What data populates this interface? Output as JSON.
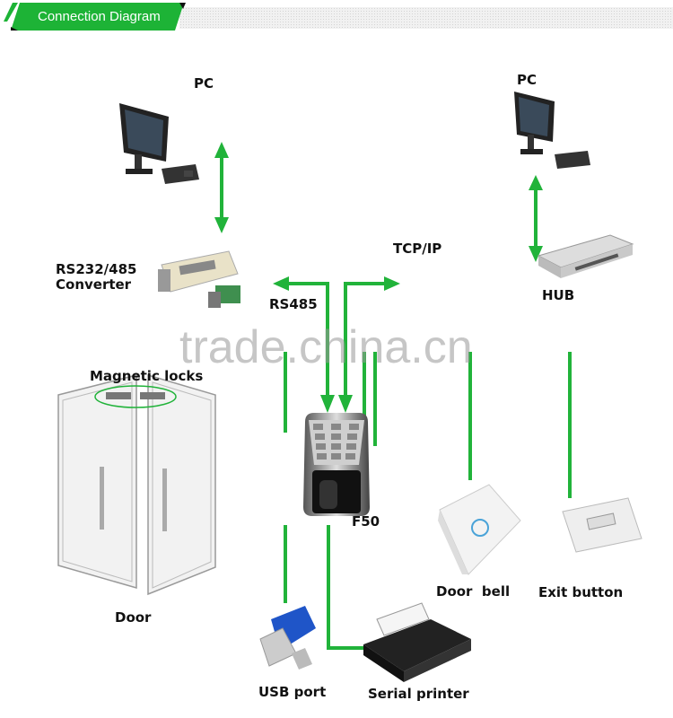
{
  "header": {
    "title": "Connection Diagram",
    "accent": "#1db336"
  },
  "labels": {
    "pc_left": "PC",
    "pc_right": "PC",
    "converter_line1": "RS232/485",
    "converter_line2": "Converter",
    "tcpip": "TCP/IP",
    "rs485": "RS485",
    "hub": "HUB",
    "magnetic_locks": "Magnetic locks",
    "door": "Door",
    "f50": "F50",
    "door_bell": "Door  bell",
    "exit_button": "Exit button",
    "usb_port": "USB port",
    "serial_printer": "Serial printer"
  },
  "watermark": "trade.china.cn",
  "colors": {
    "connector": "#21b33a",
    "text": "#111111"
  }
}
